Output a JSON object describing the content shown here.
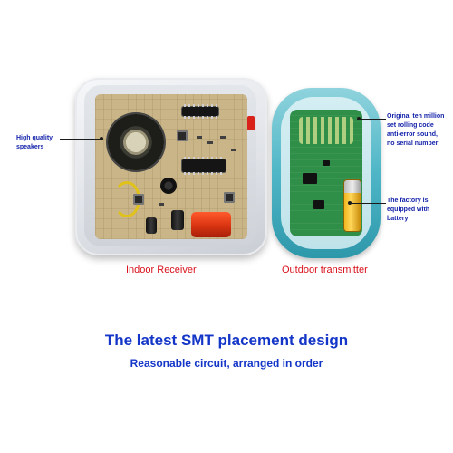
{
  "receiver": {
    "caption": "Indoor Receiver",
    "callout": [
      "High quality",
      "speakers"
    ]
  },
  "transmitter": {
    "caption": "Outdoor transmitter",
    "callout_top": [
      "Original ten million",
      "set rolling code",
      "anti-error sound,",
      "no serial number"
    ],
    "callout_bottom": [
      "The factory is",
      "equipped with",
      "battery"
    ]
  },
  "headline": "The latest SMT placement design",
  "subline": "Reasonable circuit, arranged in order",
  "colors": {
    "callout_text": "#0f1ea8",
    "caption_text": "#d8101a",
    "headline_text": "#1436c8",
    "transmitter_shell": "#4eb6c6",
    "receiver_shell": "#dfe2e7"
  },
  "icons": [
    "speaker-icon",
    "battery-icon"
  ]
}
